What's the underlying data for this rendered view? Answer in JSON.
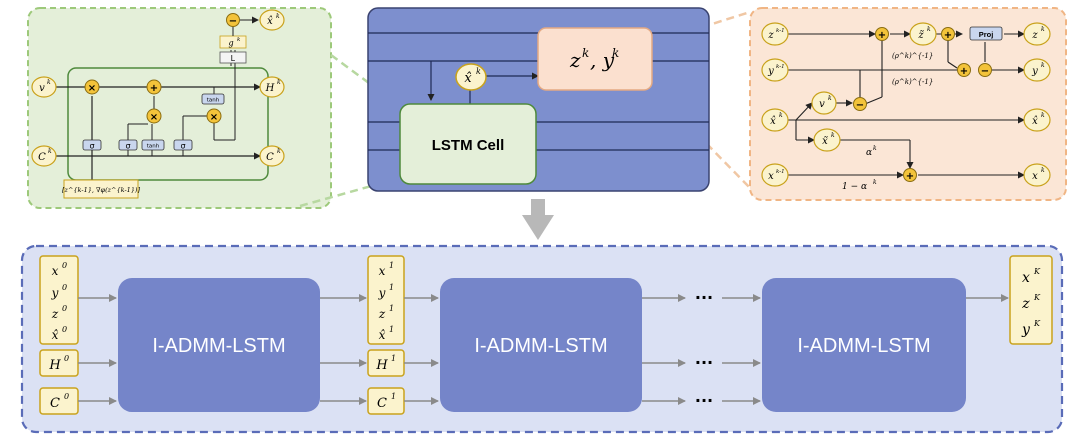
{
  "top_center": {
    "lstm_cell_label": "LSTM Cell",
    "xhat_label": "x̂",
    "xhat_sup": "k",
    "zy_label": "z",
    "zy_sup": "k",
    "zy_label2": ", y",
    "zy_sup2": "k"
  },
  "lstm_detail": {
    "input_v": "v",
    "input_v_sup": "k",
    "input_c": "C",
    "input_c_sup": "k",
    "out_h": "H",
    "out_h_sup": "k",
    "out_c": "C",
    "out_c_sup": "k",
    "out_xhat": "x̂",
    "out_xhat_sup": "k",
    "gate_sigma": "σ",
    "gate_tanh": "tanh",
    "box_L": "L",
    "box_g": "g",
    "box_g_sup": "k",
    "input_vec": "[z^{k-1}, ∇φ(z^{k-1})]"
  },
  "admm_detail": {
    "z_prev": "z",
    "z_prev_sup": "k-1",
    "y_prev": "y",
    "y_prev_sup": "k-1",
    "xhat_in": "x̂",
    "xhat_in_sup": "k",
    "x_prev": "x",
    "x_prev_sup": "k-1",
    "v_node": "v",
    "v_node_sup": "k",
    "ztilde": "z̃",
    "ztilde_sup": "k",
    "xtilde": "x̃",
    "xtilde_sup": "k",
    "proj": "Proj",
    "z_out": "z",
    "z_out_sup": "k",
    "y_out": "y",
    "y_out_sup": "k",
    "xhat_out": "x̂",
    "xhat_out_sup": "k",
    "x_out": "x",
    "x_out_sup": "k",
    "rho_label": "(ρ^k)^{-1}",
    "alpha_label": "α",
    "alpha_sup": "k",
    "one_minus_alpha": "1 − α",
    "one_minus_alpha_sup": "k"
  },
  "pipeline": {
    "block_label": "I-ADMM-LSTM",
    "dots": "···",
    "stage0": {
      "x": "x",
      "y": "y",
      "z": "z",
      "xhat": "x̂",
      "sup": "0",
      "H": "H",
      "C": "C"
    },
    "stage1": {
      "x": "x",
      "y": "y",
      "z": "z",
      "xhat": "x̂",
      "sup": "1",
      "H": "H",
      "C": "C"
    },
    "final": {
      "x": "x",
      "z": "z",
      "y": "y",
      "sup": "K"
    }
  },
  "colors": {
    "green_panel": "#e4efd9",
    "green_border": "#9dc97a",
    "orange_panel": "#fbe6d6",
    "orange_border": "#f0b584",
    "center_blue": "#7d8fce",
    "bottom_panel": "#dbe1f4",
    "bottom_border": "#5a6cb8",
    "block_blue": "#7585c9",
    "node_fill": "#fbf3cd",
    "node_stroke": "#c9a21c",
    "op_fill": "#f3c33a",
    "gray_arrow": "#b8b8b8"
  }
}
